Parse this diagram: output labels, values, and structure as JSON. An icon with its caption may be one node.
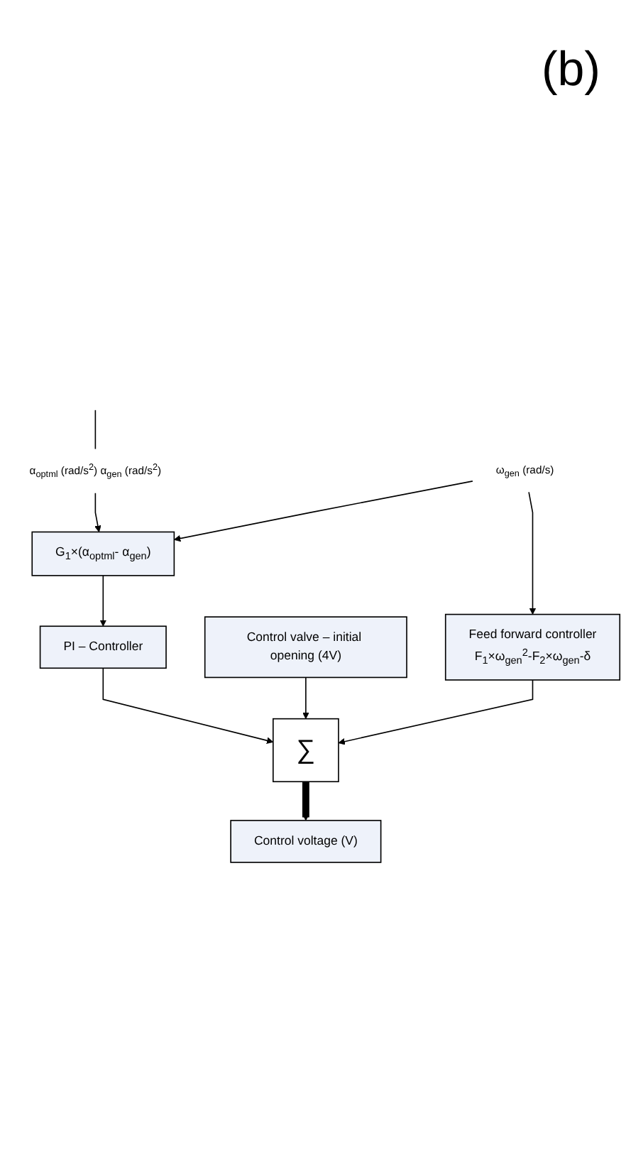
{
  "diagram": {
    "nodes": [
      {
        "text": [
          "α$_{optml}$ (rad/s$^{2}$) α$_{gen}$ (rad/s$^{2}$)"
        ]
      },
      {
        "text": [
          "ω$_{gen}$ (rad/s)"
        ]
      },
      {
        "text": [
          "Feed forward controller",
          "F$_{1}$×ω$_{gen}$$^{2}$-F$_{2}$×ω$_{gen}$-δ"
        ]
      },
      {
        "text": [
          "G$_{1}$×(α$_{optml}$- α$_{gen}$)"
        ]
      },
      {
        "text": [
          "PI – Controller"
        ]
      },
      {
        "text": [
          "Control valve – initial opening (4V)"
        ]
      },
      {
        "text": [
          "∑"
        ]
      },
      {
        "text": [
          "Control voltage (V)"
        ]
      }
    ],
    "edges": [
      {
        "from": null,
        "to": 0,
        "arrow": "none"
      },
      {
        "from": 0,
        "to": 3,
        "arrow": "to"
      },
      {
        "from": 1,
        "to": 2,
        "arrow": "to"
      },
      {
        "from": 1,
        "to": 3,
        "arrow": "to"
      },
      {
        "from": 3,
        "to": 4,
        "arrow": "to"
      },
      {
        "from": 4,
        "to": 6,
        "arrow": "to"
      },
      {
        "from": 5,
        "to": 6,
        "arrow": "to"
      },
      {
        "from": 2,
        "to": 6,
        "arrow": "to"
      },
      {
        "from": 6,
        "to": 7,
        "arrow": "to",
        "style": "thick"
      }
    ],
    "labels": [
      "(b)"
    ]
  }
}
